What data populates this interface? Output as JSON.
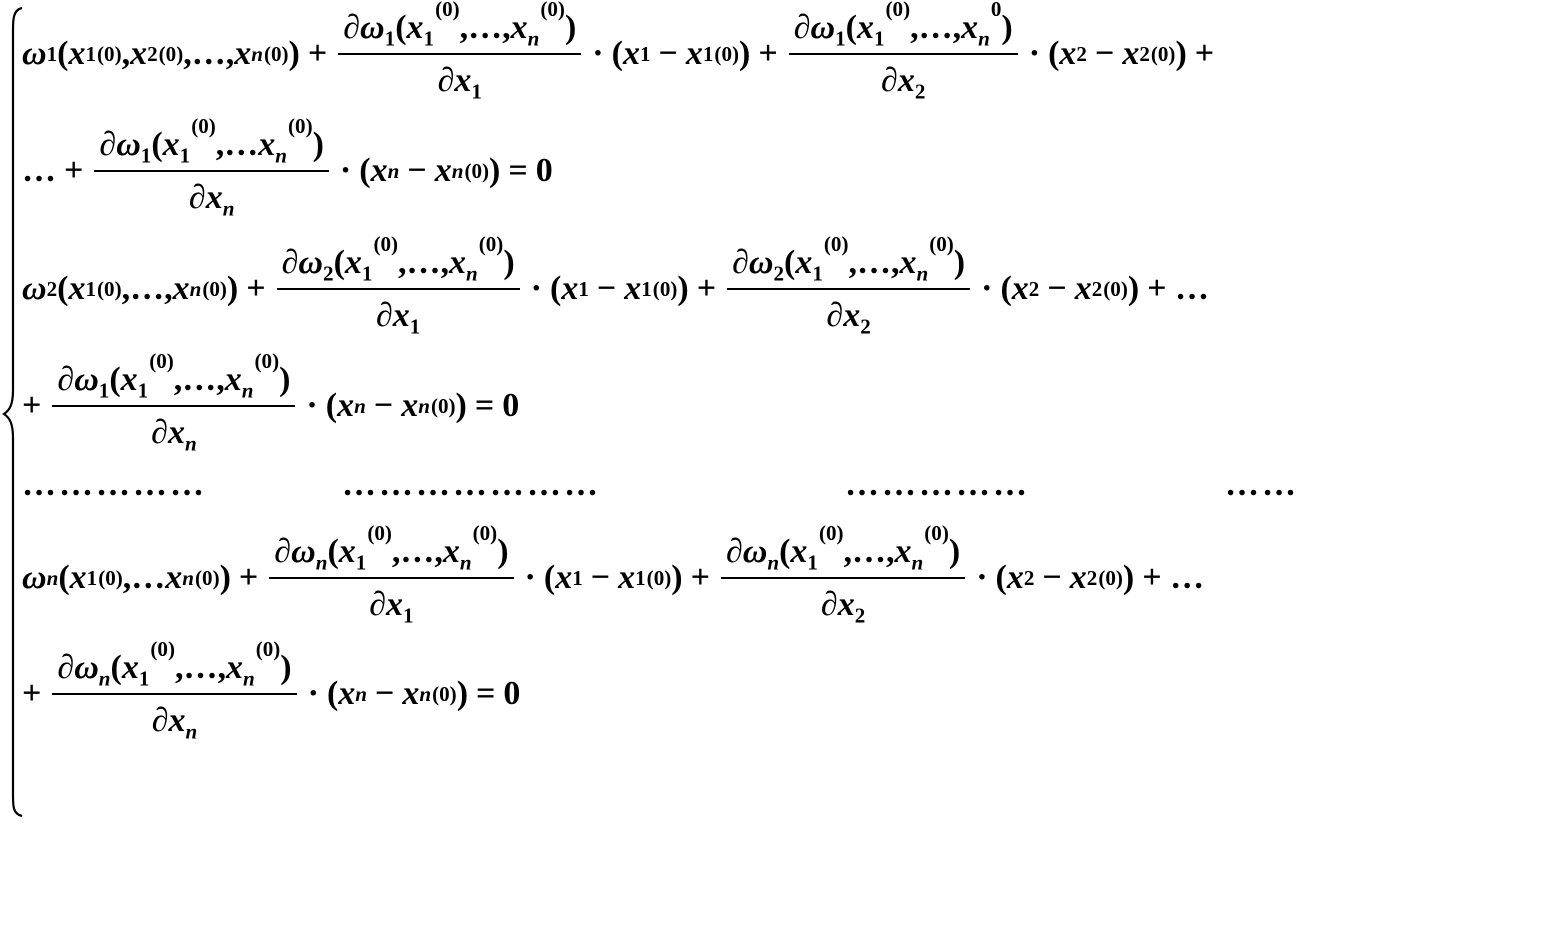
{
  "sym": {
    "omega": "ω",
    "partial": "∂",
    "x": "x",
    "one": "1",
    "two": "2",
    "n": "n",
    "sup0": "(0)",
    "sup0_bare": "0",
    "lp": "(",
    "rp": ")",
    "comma": ",",
    "ellipsis": "…",
    "ellipsis_lead": "…",
    "comma_dots": ",…,",
    "comma_dots_nocomma": ",…",
    "plus": "+",
    "minus": "−",
    "cdot": "·",
    "eq": "=",
    "zero": "0",
    "plus_ellipsis": "+ …"
  },
  "dot_rows": [
    "……………",
    "…………………",
    "……………",
    "……"
  ]
}
